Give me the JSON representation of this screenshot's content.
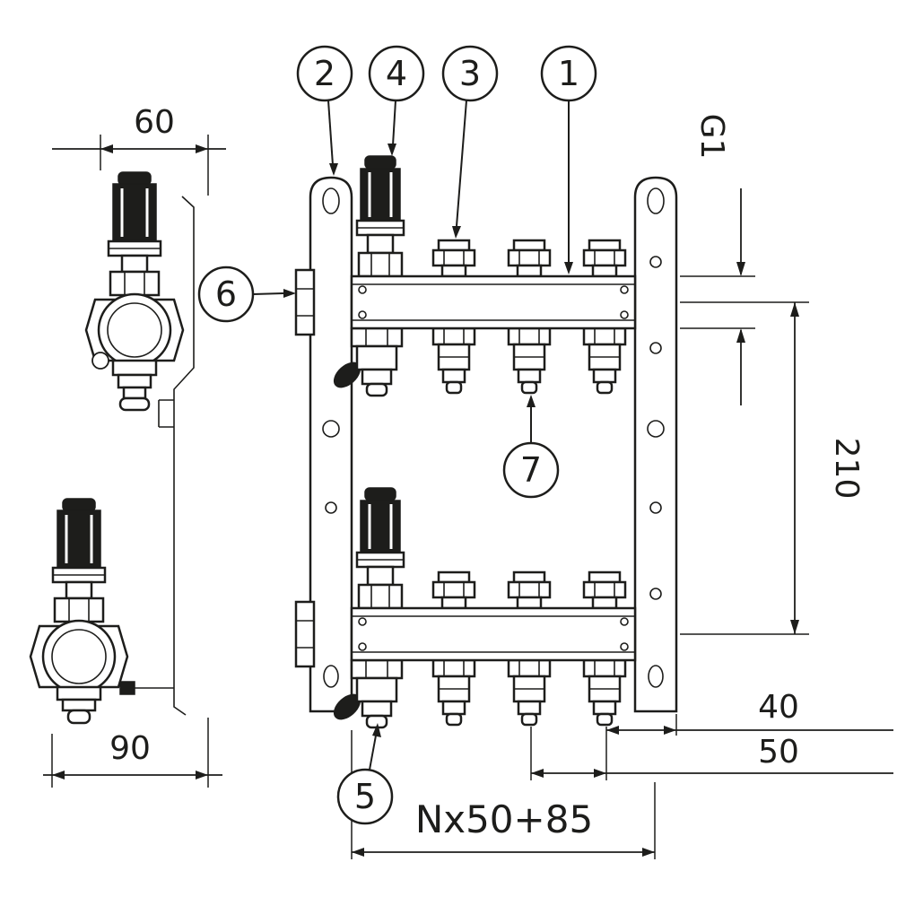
{
  "figure": {
    "kind": "technical-drawing",
    "subject": "heating manifold with brackets, front and side views",
    "line_color": "#1d1d1b",
    "background": "#ffffff"
  },
  "callouts": {
    "b1": "1",
    "b2": "2",
    "b3": "3",
    "b4": "4",
    "b5": "5",
    "b6": "6",
    "b7": "7"
  },
  "dimensions": {
    "top_width": "60",
    "bottom_width": "90",
    "thread_size": "G1",
    "axis_distance": "210",
    "end_offset": "40",
    "outlet_spacing": "50",
    "length_formula": "Nx50+85"
  }
}
